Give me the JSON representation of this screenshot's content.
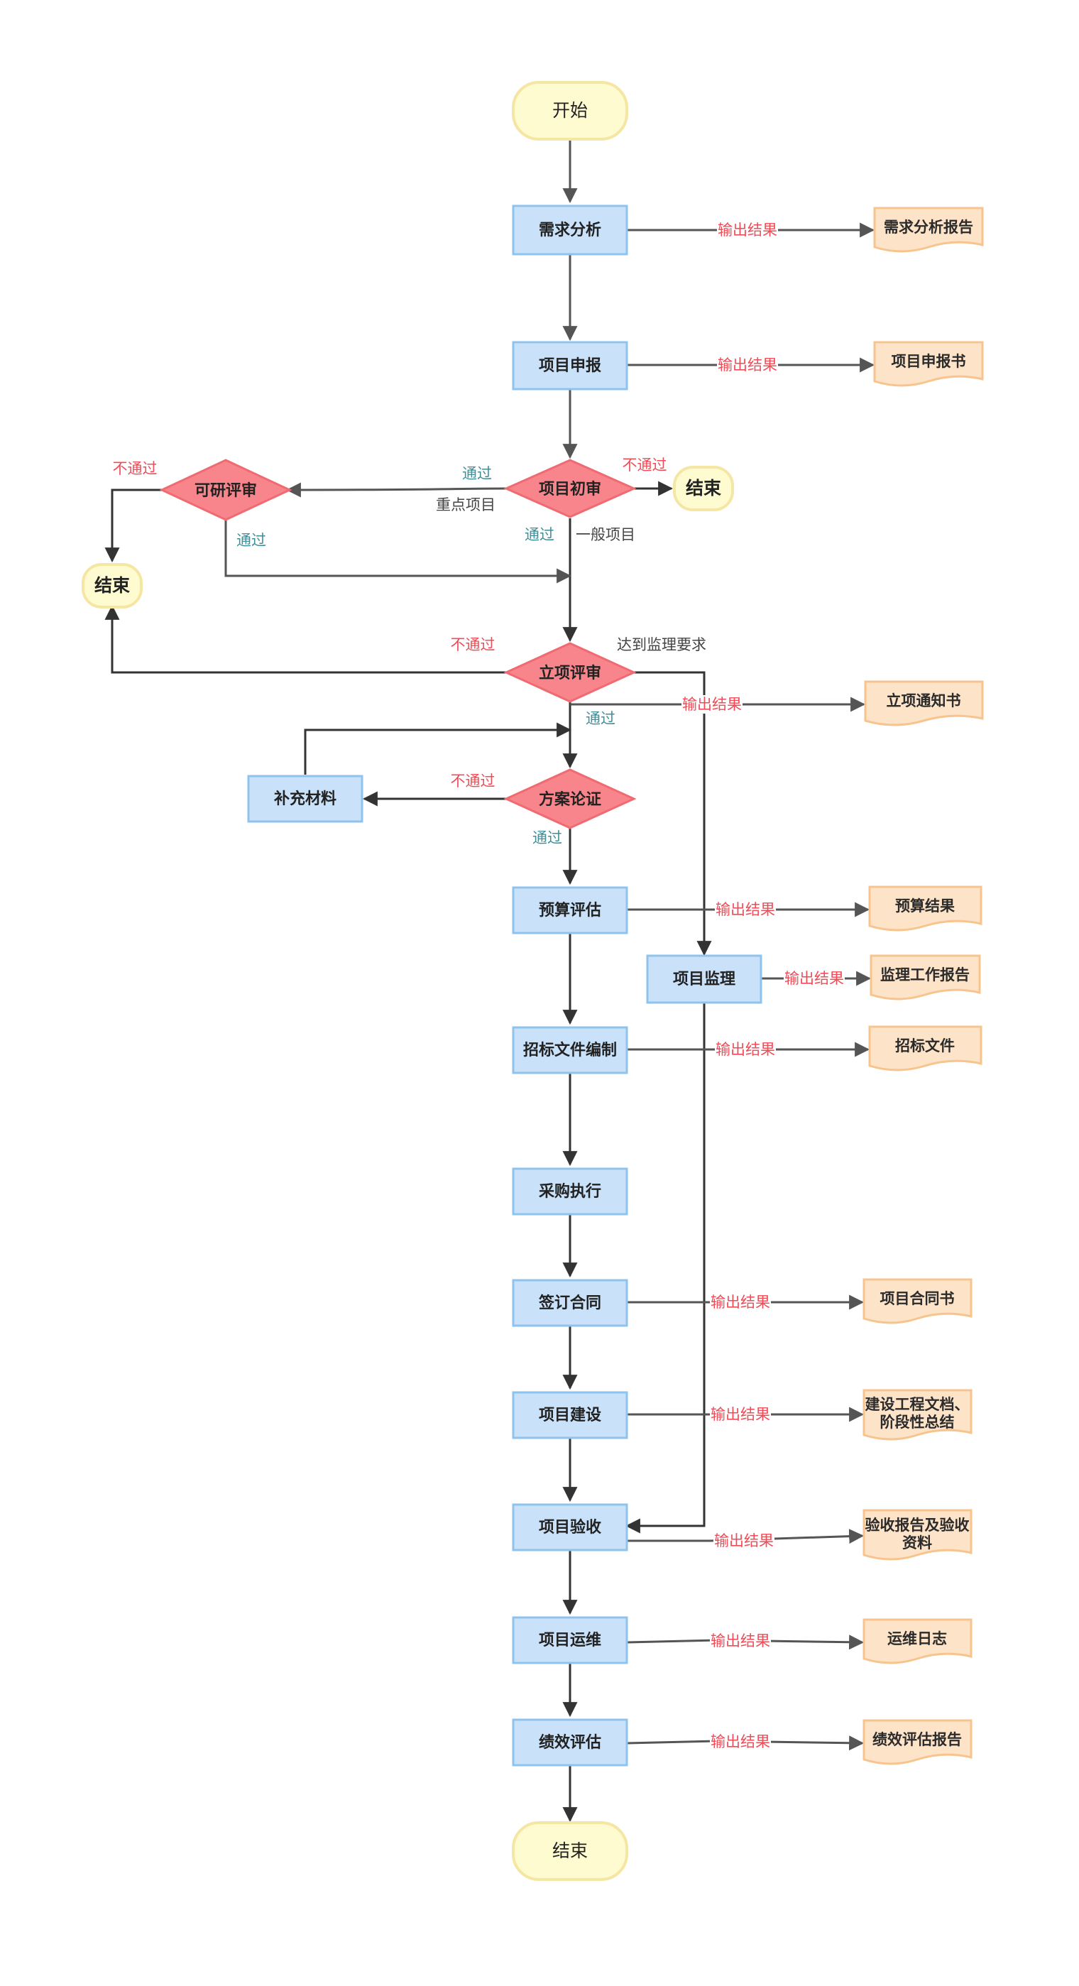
{
  "colors": {
    "process_fill": "#c9e2fa",
    "process_stroke": "#8ec3ee",
    "decision_fill": "#f8858b",
    "decision_stroke": "#f06a72",
    "terminal_fill": "#fffbd0",
    "terminal_stroke": "#f5e6a3",
    "document_fill": "#fde3c8",
    "document_stroke": "#f7c48e",
    "edge": "#555555",
    "label_red": "#f04c57",
    "label_teal": "#3f8f99"
  },
  "terminals": {
    "start": "开始",
    "end_main": "结束",
    "end_initial": "结束",
    "end_left": "结束"
  },
  "process": {
    "demand_analysis": "需求分析",
    "project_declaration": "项目申报",
    "supplement_materials": "补充材料",
    "budget_evaluation": "预算评估",
    "supervision": "项目监理",
    "bid_docs": "招标文件编制",
    "procurement": "采购执行",
    "contract": "签订合同",
    "construction": "项目建设",
    "acceptance": "项目验收",
    "operation": "项目运维",
    "performance": "绩效评估"
  },
  "decisions": {
    "initial_review": "项目初审",
    "feasibility_review": "可研评审",
    "approval_review": "立项评审",
    "plan_argument": "方案论证"
  },
  "documents": {
    "demand_report": "需求分析报告",
    "declaration_book": "项目申报书",
    "approval_notice": "立项通知书",
    "budget_result": "预算结果",
    "supervision_report": "监理工作报告",
    "bid_file": "招标文件",
    "contract_book": "项目合同书",
    "construction_docs": [
      "建设工程文档、",
      "阶段性总结"
    ],
    "acceptance_docs": [
      "验收报告及验收",
      "资料"
    ],
    "operation_log": "运维日志",
    "performance_report": "绩效评估报告"
  },
  "labels": {
    "output_result": "输出结果",
    "pass": "通过",
    "fail": "不通过",
    "key_project": "重点项目",
    "general_project": "一般项目",
    "meets_supervision": "达到监理要求"
  }
}
